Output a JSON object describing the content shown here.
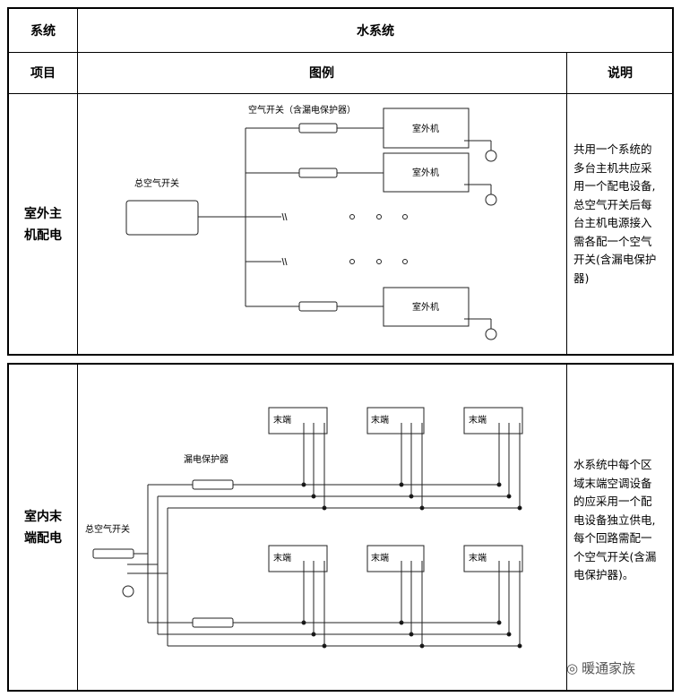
{
  "header": {
    "system_label": "系统",
    "system_value": "水系统",
    "item_label": "项目",
    "diagram_label": "图例",
    "note_label": "说明"
  },
  "rows": [
    {
      "item": "室外主机配电",
      "item_lines": [
        "室外主",
        "机配电"
      ],
      "diagram": {
        "main_switch": "总空气开关",
        "branch_switch": "空气开关（含漏电保护器）",
        "unit": "室外机"
      },
      "note_lines": [
        "共用一个系统的",
        "多台主机共应采",
        "用一个配电设备,",
        "总空气开关后每",
        "台主机电源接入",
        "需各配一个空气",
        "开关(含漏电保护",
        "器)"
      ]
    },
    {
      "item": "室内末端配电",
      "item_lines": [
        "室内末",
        "端配电"
      ],
      "diagram": {
        "main_switch": "总空气开关",
        "branch_switch": "漏电保护器",
        "unit": "末端"
      },
      "note_lines": [
        "水系统中每个区",
        "域末端空调设备",
        "的应采用一个配",
        "电设备独立供电,",
        "每个回路需配一",
        "个空气开关(含漏",
        "电保护器)。"
      ]
    }
  ],
  "watermark": "暖通家族"
}
